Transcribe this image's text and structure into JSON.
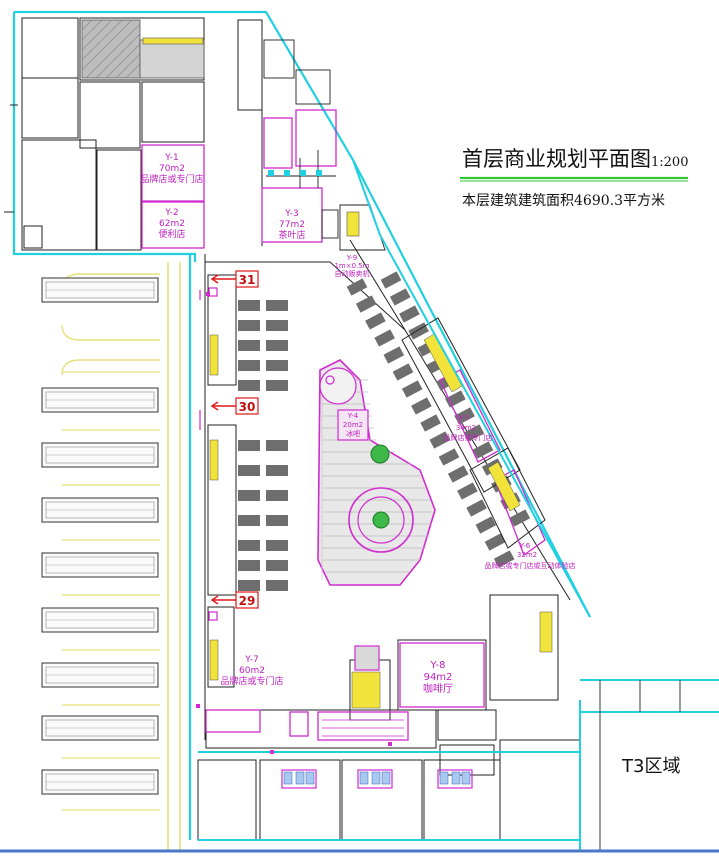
{
  "title": {
    "main": "首层商业规划平面图",
    "scale": "1:200",
    "area_note": "本层建筑建筑面积4690.3平方米"
  },
  "zone_label": "T3区域",
  "bay_numbers": [
    "31",
    "30",
    "29"
  ],
  "units": [
    {
      "id": "Y-1",
      "area": "70m2",
      "use": "品牌店或专门店"
    },
    {
      "id": "Y-2",
      "area": "62m2",
      "use": "便利店"
    },
    {
      "id": "Y-3",
      "area": "77m2",
      "use": "茶叶店"
    },
    {
      "id": "Y-4",
      "area": "20m2",
      "use": "冰吧"
    },
    {
      "id": "Y-5",
      "area": "34m2",
      "use": "品牌店或专门店"
    },
    {
      "id": "Y-6",
      "area": "32m2",
      "use": "品牌店或专门店或互动体验店"
    },
    {
      "id": "Y-7",
      "area": "60m2",
      "use": "品牌店或专门店"
    },
    {
      "id": "Y-8",
      "area": "94m2",
      "use": "咖啡厅"
    },
    {
      "id": "Y-9",
      "area": "1m×0.5m",
      "use": "自动贩卖机"
    }
  ],
  "colors": {
    "wall": "#20d0e0",
    "shop": "#d02ad0",
    "line": "#222222",
    "parking": "#6e6e6e",
    "bus_outline": "#333333",
    "curb": "#e6e07a",
    "stair": "#f2e33a",
    "bay_box": "#e01818",
    "title_underline": "#32c832"
  }
}
